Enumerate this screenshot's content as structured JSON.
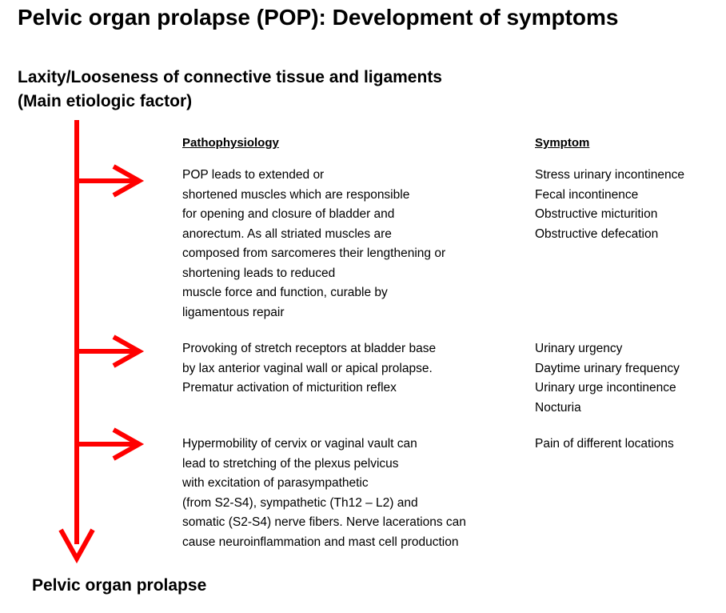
{
  "title": "Pelvic organ prolapse (POP): Development of symptoms",
  "cause": {
    "line1": "Laxity/Looseness of connective tissue and ligaments",
    "line2": "(Main etiologic factor)"
  },
  "outcome": "Pelvic organ prolapse",
  "headers": {
    "pathophysiology": "Pathophysiology",
    "symptom": "Symptom"
  },
  "rows": [
    {
      "pathophysiology": [
        "POP leads to extended or",
        "shortened muscles which are responsible",
        "for opening and closure of bladder and",
        "anorectum. As all striated muscles are",
        "composed from sarcomeres their lengthening or",
        "shortening  leads to  reduced",
        "muscle force and function, curable by",
        "ligamentous repair"
      ],
      "symptoms": [
        "Stress urinary incontinence",
        "Fecal incontinence",
        "Obstructive micturition",
        "Obstructive defecation"
      ]
    },
    {
      "pathophysiology": [
        "Provoking of stretch receptors at bladder base",
        "by lax anterior vaginal wall or apical prolapse.",
        "Prematur activation of micturition reflex"
      ],
      "symptoms": [
        "Urinary urgency",
        "Daytime urinary frequency",
        "Urinary urge incontinence",
        "Nocturia"
      ]
    },
    {
      "pathophysiology": [
        "Hypermobility of cervix or vaginal vault can",
        "lead to  stretching of the plexus pelvicus",
        "with excitation of parasympathetic",
        "(from S2-S4), sympathetic (Th12 – L2) and",
        "somatic (S2-S4) nerve fibers. Nerve lacerations can",
        "cause neuroinflammation and mast cell production"
      ],
      "symptoms": [
        "Pain of different locations"
      ]
    }
  ],
  "colors": {
    "arrow": "#ff0000",
    "text": "#000000"
  }
}
